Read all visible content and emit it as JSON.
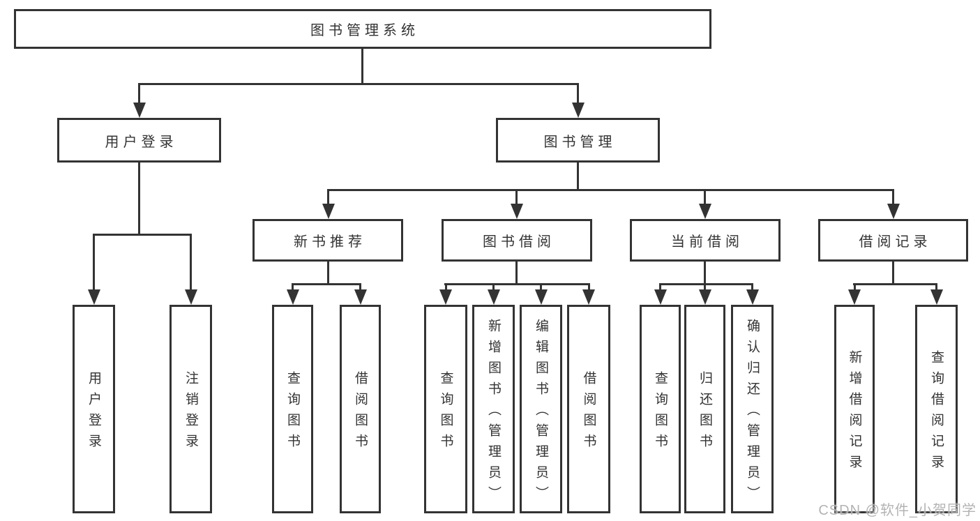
{
  "title": {
    "label": "图书管理系统"
  },
  "level2": {
    "login": {
      "label": "用户登录"
    },
    "management": {
      "label": "图书管理"
    }
  },
  "level3": {
    "new_books": {
      "label": "新书推荐"
    },
    "borrowing": {
      "label": "图书借阅"
    },
    "current": {
      "label": "当前借阅"
    },
    "records": {
      "label": "借阅记录"
    }
  },
  "leaves": {
    "user_login": "用户登录",
    "logout": "注销登录",
    "nb_query_books": "查询图书",
    "nb_borrow_books": "借阅图书",
    "bw_query_books": "查询图书",
    "bw_add_books": "新增图书（管理员）",
    "bw_edit_books": "编辑图书（管理员）",
    "bw_borrow_books": "借阅图书",
    "cu_query_books": "查询图书",
    "cu_return_books": "归还图书",
    "cu_confirm_return": "确认归还（管理员）",
    "rc_add_record": "新增借阅记录",
    "rc_query_record": "查询借阅记录"
  },
  "watermark": "CSDN @软件_小贺同学",
  "colors": {
    "line": "#333333",
    "text": "#333333",
    "background": "#ffffff",
    "watermark": "#b3b3b3"
  }
}
